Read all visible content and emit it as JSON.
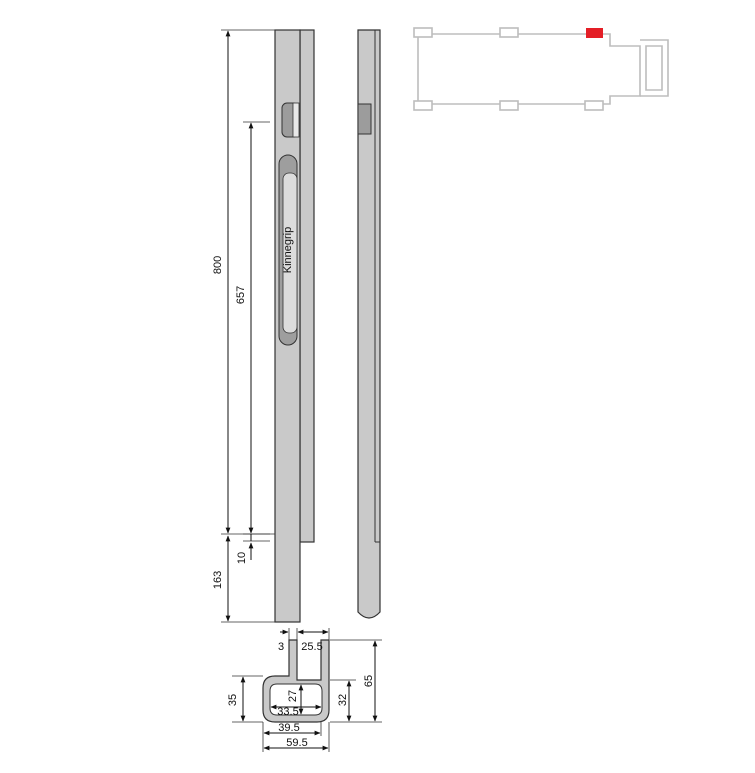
{
  "brand_label": "Kinnegrip",
  "dimensions": {
    "overall_height": "800",
    "grip_length": "657",
    "gap": "10",
    "bottom_extension": "163",
    "lip_thickness": "3",
    "lip_width": "25.5",
    "profile_height": "65",
    "inner_height": "27",
    "inner_width": "33.5",
    "outer_left_height": "35",
    "outer_right_height": "32",
    "channel_width": "39.5",
    "total_width": "59.5"
  },
  "colors": {
    "profile_fill": "#c9c9c9",
    "line": "#333333",
    "locator_outline": "#bdbdbd",
    "highlight": "#e41e26"
  }
}
